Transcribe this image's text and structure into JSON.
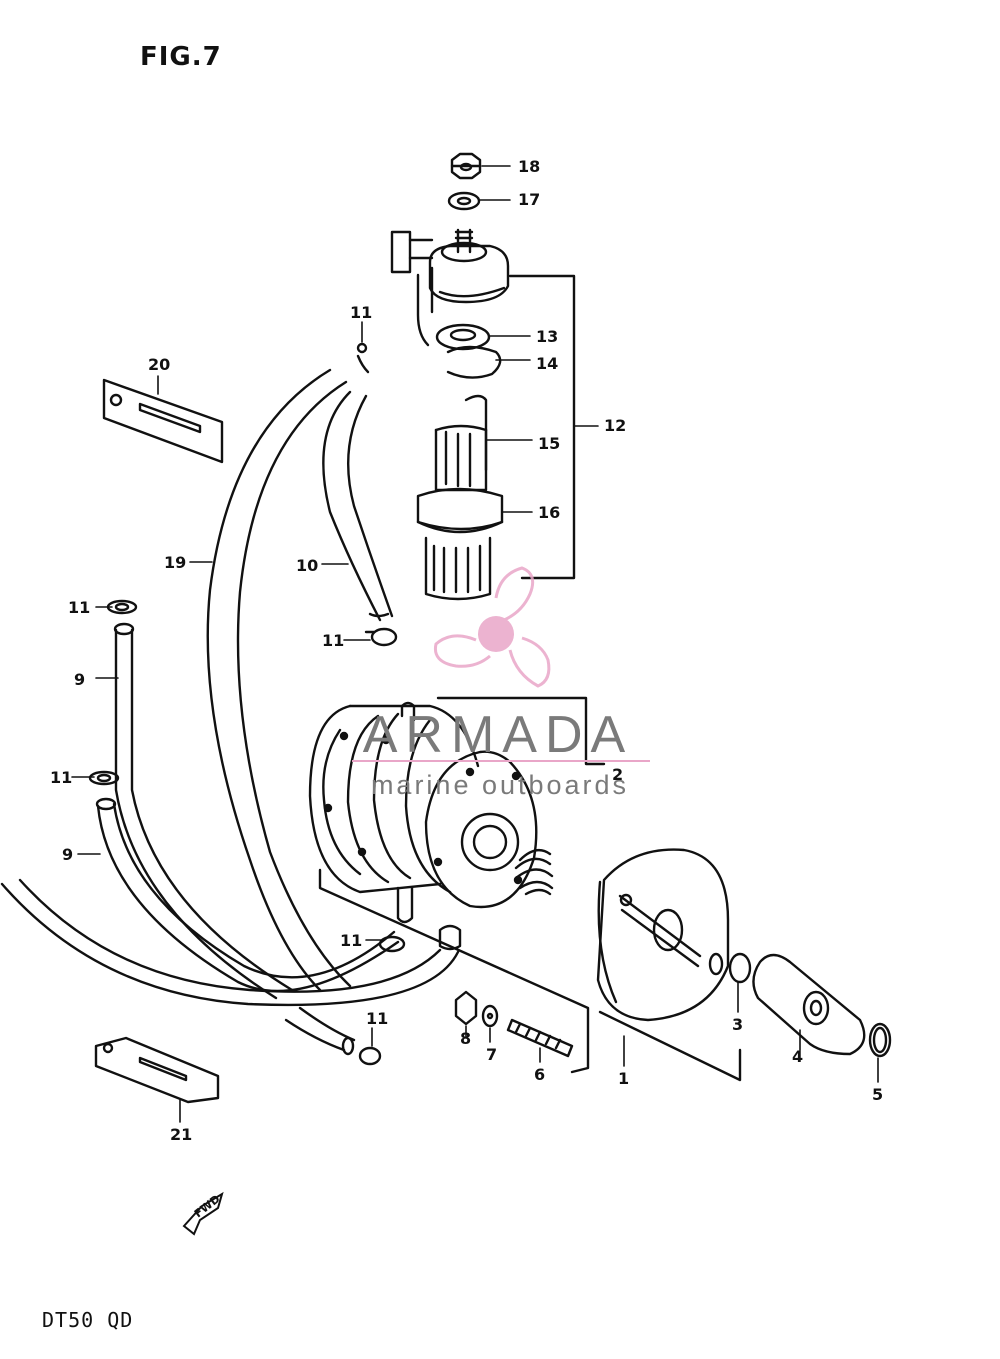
{
  "figure": {
    "title": "FIG.7",
    "model": "DT50 QD",
    "fwd_label": "FWD"
  },
  "watermark": {
    "name": "ARMADA",
    "tagline": "marine outboards",
    "color_main": "#7a7a7a",
    "color_accent": "#e9a6c8"
  },
  "callouts": {
    "c18": "18",
    "c17": "17",
    "c13": "13",
    "c14": "14",
    "c15": "15",
    "c16": "16",
    "c12": "12",
    "c11_top": "11",
    "c20": "20",
    "c19": "19",
    "c10": "10",
    "c11_a": "11",
    "c11_b": "11",
    "c9_a": "9",
    "c11_c": "11",
    "c9_b": "9",
    "c2": "2",
    "c11_d": "11",
    "c11_e": "11",
    "c8": "8",
    "c7": "7",
    "c6": "6",
    "c1": "1",
    "c3": "3",
    "c4": "4",
    "c5": "5",
    "c21": "21"
  }
}
